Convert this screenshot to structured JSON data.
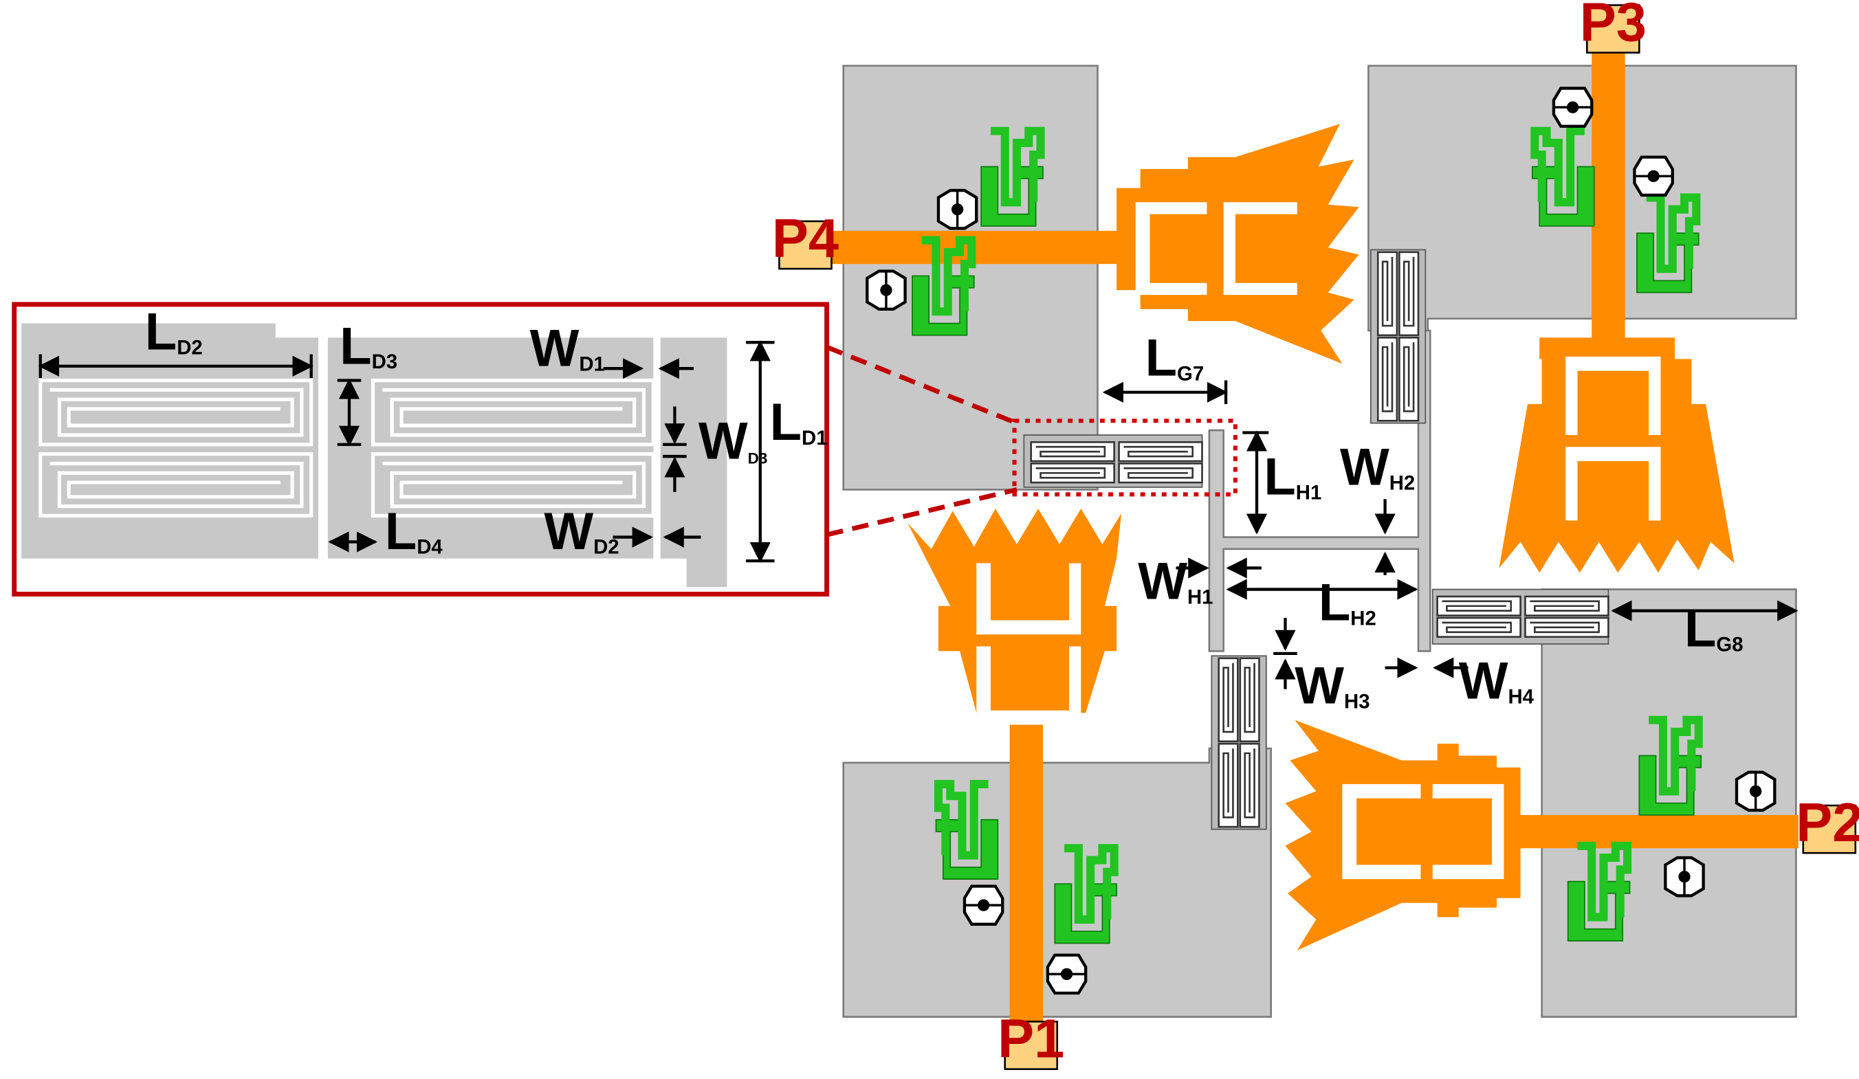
{
  "colors": {
    "substrate": "#c8c8c8",
    "substrate_edge": "#7a7a7a",
    "patch": "#ff8c00",
    "resonator": "#22c422",
    "inset_border": "#c00000",
    "port_fill": "#ffd27f",
    "port_text": "#c00000",
    "dimension_text": "#000000"
  },
  "ports": [
    {
      "id": "p1",
      "label": "P1"
    },
    {
      "id": "p2",
      "label": "P2"
    },
    {
      "id": "p3",
      "label": "P3"
    },
    {
      "id": "p4",
      "label": "P4"
    }
  ],
  "dimensions": {
    "ld1": {
      "main": "L",
      "sub": "D1"
    },
    "ld2": {
      "main": "L",
      "sub": "D2"
    },
    "ld3": {
      "main": "L",
      "sub": "D3"
    },
    "ld4": {
      "main": "L",
      "sub": "D4"
    },
    "wd1": {
      "main": "W",
      "sub": "D1"
    },
    "wd2": {
      "main": "W",
      "sub": "D2"
    },
    "wd3": {
      "main": "W",
      "sub": "D3"
    },
    "lg7": {
      "main": "L",
      "sub": "G7"
    },
    "lg8": {
      "main": "L",
      "sub": "G8"
    },
    "lh1": {
      "main": "L",
      "sub": "H1"
    },
    "lh2": {
      "main": "L",
      "sub": "H2"
    },
    "wh1": {
      "main": "W",
      "sub": "H1"
    },
    "wh2": {
      "main": "W",
      "sub": "H2"
    },
    "wh3": {
      "main": "W",
      "sub": "H3"
    },
    "wh4": {
      "main": "W",
      "sub": "H4"
    }
  },
  "icons": [
    "via-icon",
    "arrow-icon",
    "split-ring-resonator-icon",
    "interdigital-capacitor-icon"
  ]
}
